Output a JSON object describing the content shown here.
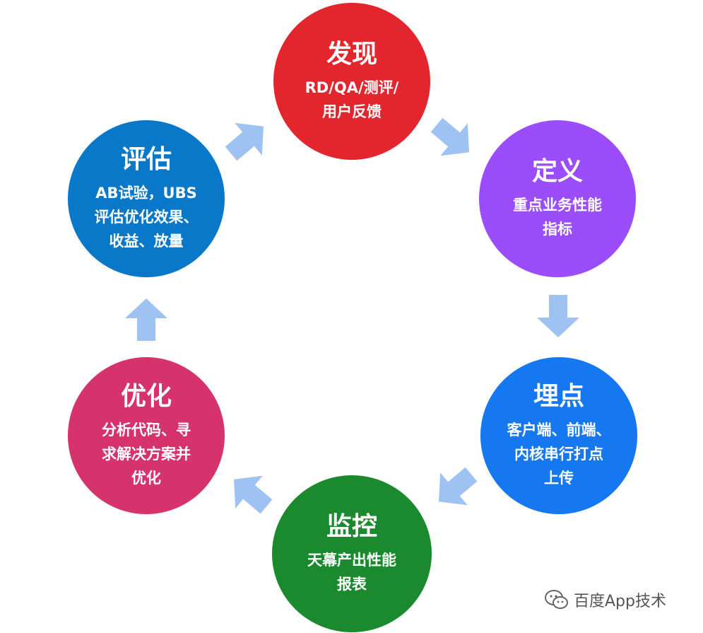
{
  "nodes": [
    {
      "id": "discover",
      "title": "发现",
      "desc": "RD/QA/测评/\n用户反馈",
      "color": "#e3262e"
    },
    {
      "id": "define",
      "title": "定义",
      "desc": "重点业务性能\n指标",
      "color": "#9b4dfc"
    },
    {
      "id": "track",
      "title": "埋点",
      "desc": "客户端、前端、\n内核串行打点\n上传",
      "color": "#1578f0"
    },
    {
      "id": "monitor",
      "title": "监控",
      "desc": "天幕产出性能\n报表",
      "color": "#1b8a2e"
    },
    {
      "id": "optimize",
      "title": "优化",
      "desc": "分析代码、寻\n求解决方案并\n优化",
      "color": "#d6336c"
    },
    {
      "id": "evaluate",
      "title": "评估",
      "desc": "AB试验，UBS\n评估优化效果、\n收益、放量",
      "color": "#0a78c9"
    }
  ],
  "arrow_color": "#9ec2f2",
  "watermark": {
    "text": "百度App技术",
    "icon": "wechat-icon"
  }
}
